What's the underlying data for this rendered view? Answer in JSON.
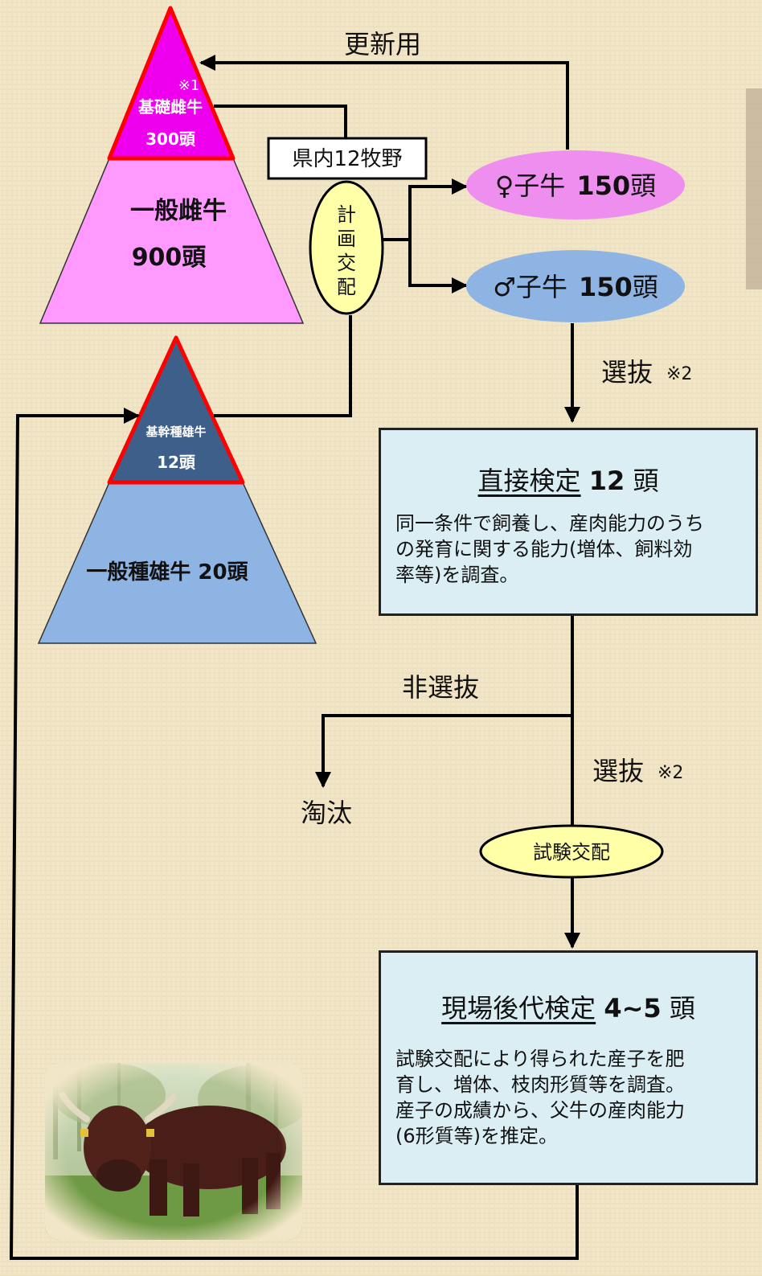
{
  "pyramids": {
    "female": {
      "top_note": "※1",
      "top_label": "基礎雌牛",
      "top_count": "300頭",
      "bottom_label": "一般雌牛",
      "bottom_count": "900頭"
    },
    "male": {
      "top_label": "基幹種雄牛",
      "top_count": "12頭",
      "bottom_label": "一般種雄牛 20頭"
    }
  },
  "labels": {
    "renewal": "更新用",
    "farms": "県内12牧野",
    "planned_mating": [
      "計",
      "画",
      "交",
      "配"
    ],
    "female_calves_label": "♀子牛",
    "female_calves_count": "150",
    "female_calves_unit": "頭",
    "male_calves_label": "♂子牛",
    "male_calves_count": "150",
    "male_calves_unit": "頭",
    "selection": "選抜",
    "note2": "※2",
    "non_selection": "非選抜",
    "cull": "淘汰",
    "test_mating": "試験交配"
  },
  "direct_test": {
    "title": "直接検定",
    "count": "12",
    "unit": "頭",
    "lines": [
      "同一条件で飼養し、産肉能力のうち",
      "の発育に関する能力(増体、飼料効",
      "率等)を調査。"
    ]
  },
  "progeny_test": {
    "title": "現場後代検定",
    "count": "4~5",
    "unit": "頭",
    "lines": [
      "試験交配により得られた産子を肥",
      "育し、増体、枝肉形質等を調査。",
      "産子の成績から、父牛の産肉能力",
      "(6形質等)を推定。"
    ]
  },
  "colors": {
    "background": "#f2e6c8",
    "female_top": "#ee00ee",
    "female_bottom": "#ff99ff",
    "male_top": "#3e5f8a",
    "male_bottom": "#8eb4e3",
    "outline_red": "#ff0000",
    "female_calf_ellipse": "#ee8ff0",
    "male_calf_ellipse": "#8eb4e3",
    "mating_ellipse": "#ffffa8",
    "box_fill": "#daeef3"
  }
}
